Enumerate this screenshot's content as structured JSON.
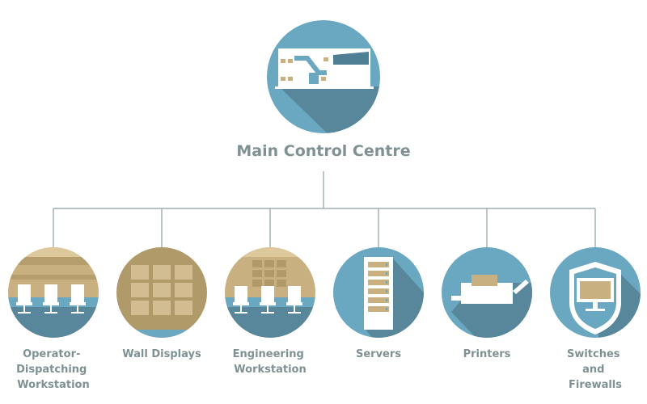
{
  "root": {
    "label": "Main Control Centre",
    "icon": "building-icon"
  },
  "children": [
    {
      "id": "operator",
      "label_lines": [
        "Operator-",
        "Dispatching",
        "Workstation"
      ],
      "icon": "workstation-chairs-icon"
    },
    {
      "id": "wall",
      "label_lines": [
        "Wall Displays"
      ],
      "icon": "wall-displays-icon"
    },
    {
      "id": "engineering",
      "label_lines": [
        "Engineering",
        "Workstation"
      ],
      "icon": "engineering-workstation-icon"
    },
    {
      "id": "servers",
      "label_lines": [
        "Servers"
      ],
      "icon": "server-rack-icon"
    },
    {
      "id": "printers",
      "label_lines": [
        "Printers"
      ],
      "icon": "printer-icon"
    },
    {
      "id": "switches",
      "label_lines": [
        "Switches",
        "and",
        "Firewalls"
      ],
      "icon": "shield-monitor-icon"
    }
  ],
  "colors": {
    "circle_blue": "#6aa7c0",
    "shadow_blue": "#58869b",
    "tan": "#c8b080",
    "tan_dark": "#b09a6a",
    "text_gray": "#7f9192",
    "line_gray": "#8e9ea3"
  }
}
